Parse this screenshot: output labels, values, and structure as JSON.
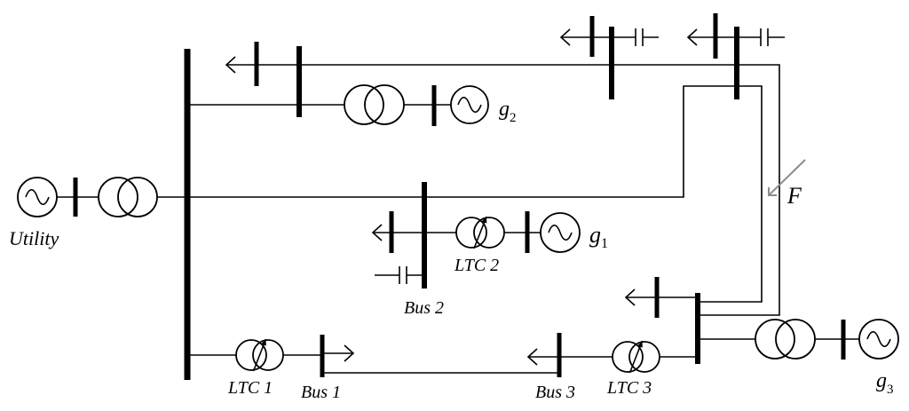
{
  "colors": {
    "line": "#000000",
    "fault_marker": "#8c8c8c",
    "background": "#ffffff"
  },
  "labels": {
    "utility": "Utility",
    "g2": {
      "main": "g",
      "sub": "2"
    },
    "g1": {
      "main": "g",
      "sub": "1"
    },
    "g3": {
      "main": "g",
      "sub": "3"
    },
    "fault": "F",
    "ltc2": "LTC 2",
    "bus2": "Bus 2",
    "ltc1": "LTC 1",
    "bus1": "Bus 1",
    "bus3": "Bus 3",
    "ltc3": "LTC 3"
  }
}
